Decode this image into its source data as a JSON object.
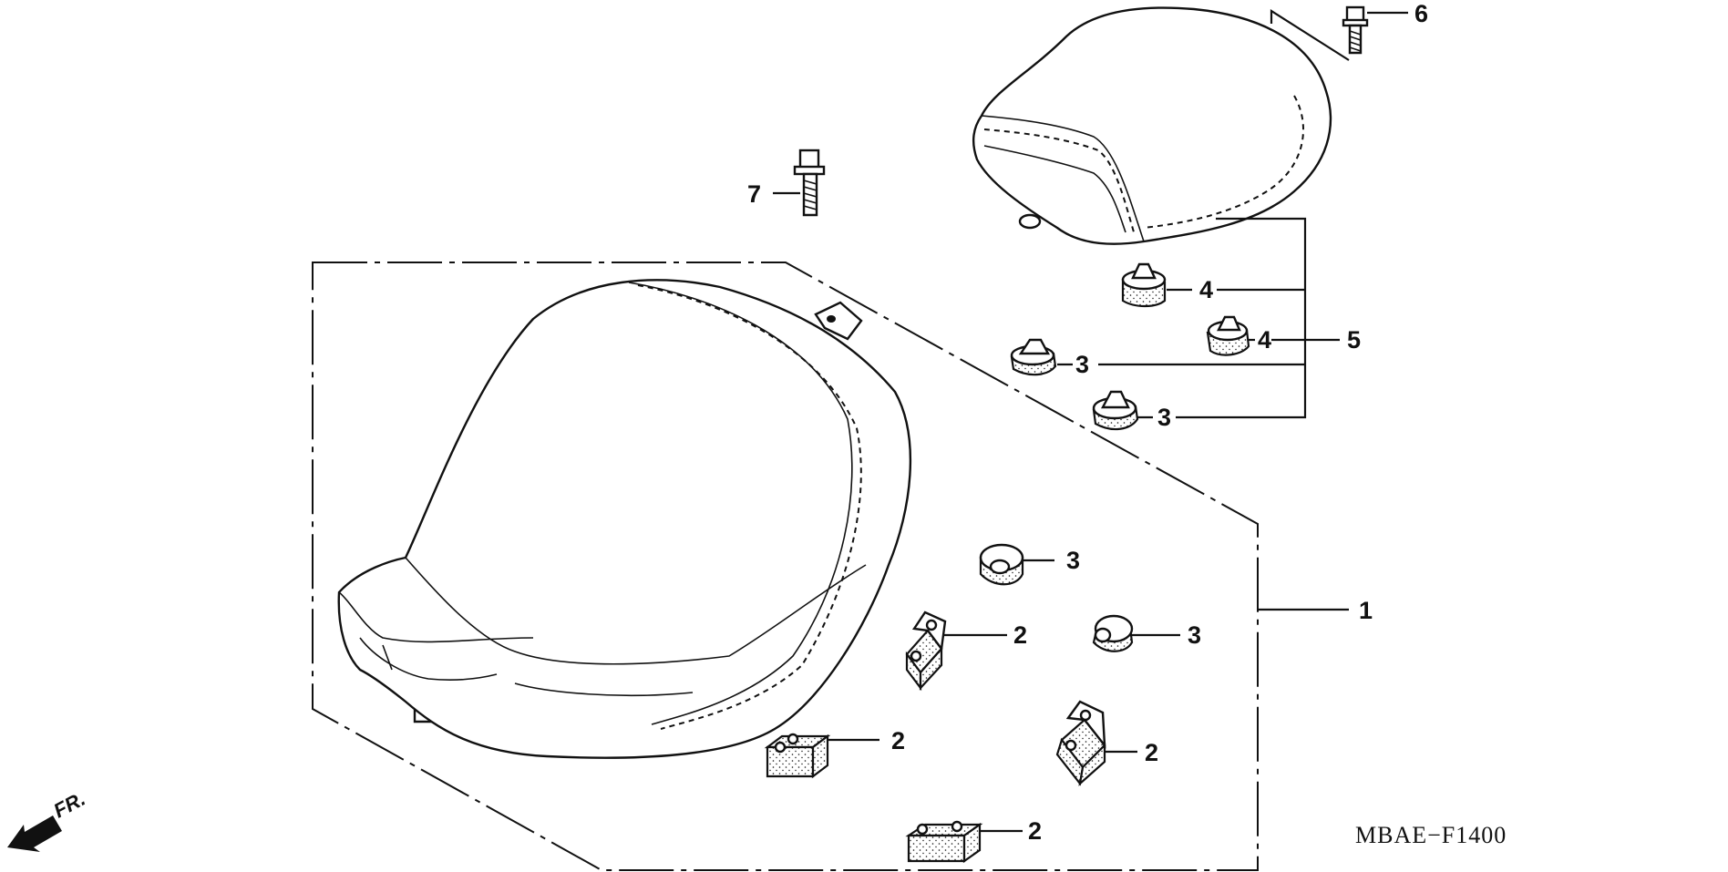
{
  "diagram_code": "MBAE−F1400",
  "direction_label": "FR.",
  "callouts": {
    "c1": "1",
    "c2a": "2",
    "c2b": "2",
    "c2c": "2",
    "c2d": "2",
    "c3a": "3",
    "c3b": "3",
    "c3c": "3",
    "c3d": "3",
    "c4a": "4",
    "c4b": "4",
    "c5": "5",
    "c6": "6",
    "c7": "7"
  }
}
